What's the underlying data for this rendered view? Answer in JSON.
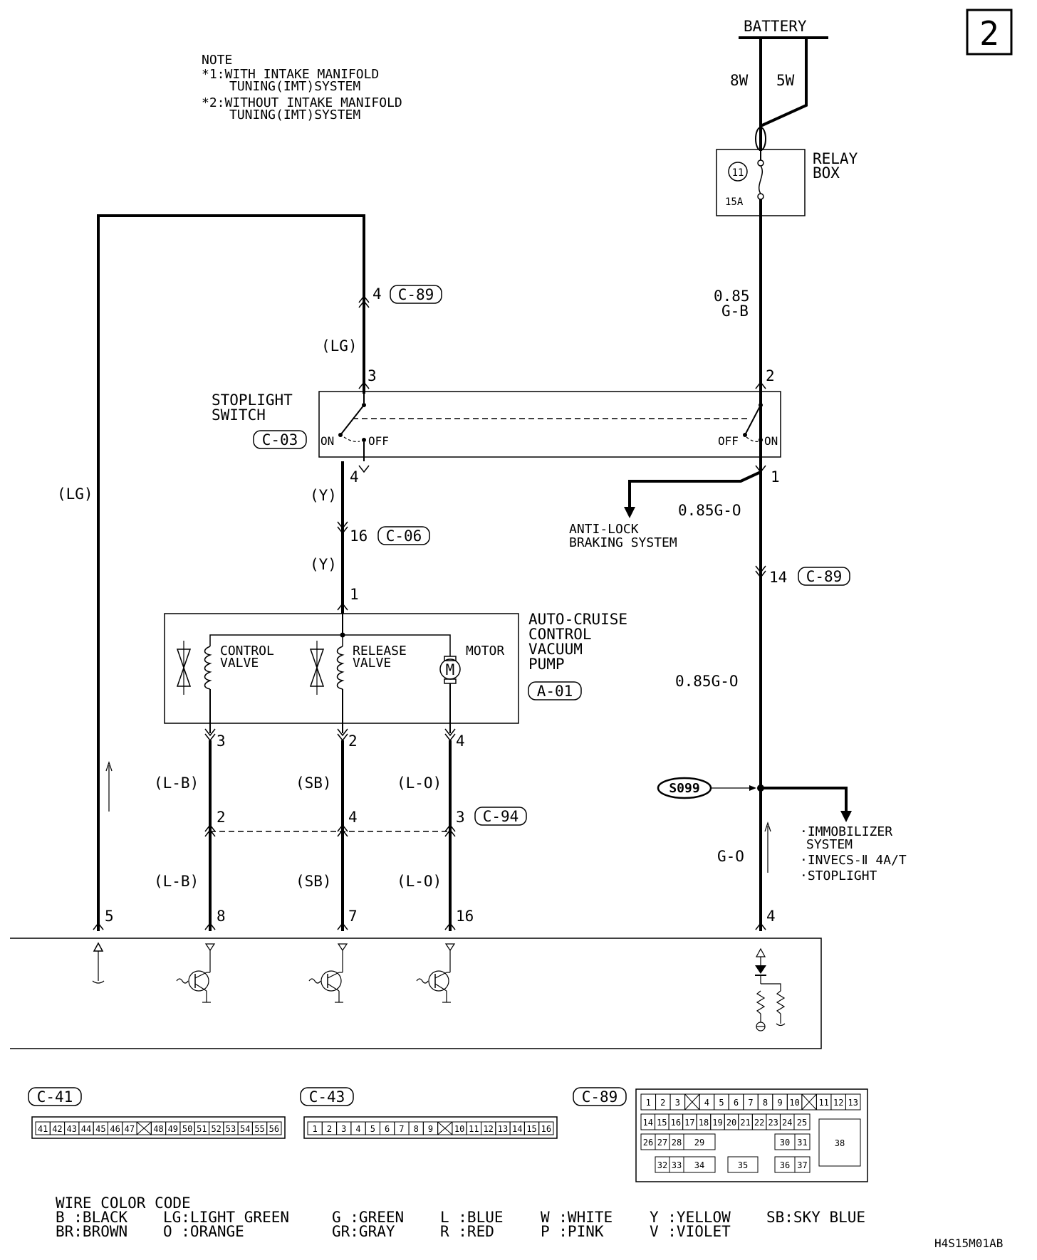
{
  "page_number": "2",
  "note": {
    "title": "NOTE",
    "line1a": "*1:WITH INTAKE MANIFOLD",
    "line1b": "TUNING(IMT)SYSTEM",
    "line2a": "*2:WITHOUT INTAKE MANIFOLD",
    "line2b": "TUNING(IMT)SYSTEM"
  },
  "battery": {
    "label": "BATTERY",
    "wire_left": "8W",
    "wire_right": "5W"
  },
  "relay_box": {
    "label1": "RELAY",
    "label2": "BOX",
    "fuse_number": "11",
    "fuse_rating": "15A"
  },
  "wires": {
    "right_upper_size": "0.85",
    "right_upper_color": "G-B",
    "right_mid_1": "0.85G-O",
    "right_mid_2": "0.85G-O",
    "right_lower": "G-O",
    "left_lg": "(LG)",
    "lg_upper": "(LG)",
    "y_upper": "(Y)",
    "y_lower": "(Y)",
    "lb_upper": "(L-B)",
    "sb_upper": "(SB)",
    "lo_upper": "(L-O)",
    "lb_lower": "(L-B)",
    "sb_lower": "(SB)",
    "lo_lower": "(L-O)"
  },
  "connectors": {
    "c89": "C-89",
    "c03": "C-03",
    "c06": "C-06",
    "a01": "A-01",
    "c94": "C-94",
    "c41": "C-41",
    "c43": "C-43",
    "s099": "S099"
  },
  "pins": {
    "p4_c89": "4",
    "p3_sw": "3",
    "p2_sw": "2",
    "p4_sw": "4",
    "p1_sw": "1",
    "p16_c06": "16",
    "p1_pump": "1",
    "p14_c89": "14",
    "p3_pump": "3",
    "p2_pump": "2",
    "p4_pump": "4",
    "p2_c94": "2",
    "p4_c94": "4",
    "p3_c94": "3",
    "p5_ecu": "5",
    "p8_ecu": "8",
    "p7_ecu": "7",
    "p16_ecu": "16",
    "p4_ecu": "4"
  },
  "stoplight_switch": {
    "label1": "STOPLIGHT",
    "label2": "SWITCH",
    "on": "ON",
    "off": "OFF"
  },
  "abs": {
    "line1": "ANTI-LOCK",
    "line2": "BRAKING SYSTEM"
  },
  "pump": {
    "label1": "AUTO-CRUISE",
    "label2": "CONTROL",
    "label3": "VACUUM",
    "label4": "PUMP",
    "control_valve1": "CONTROL",
    "control_valve2": "VALVE",
    "release_valve1": "RELEASE",
    "release_valve2": "VALVE",
    "motor": "MOTOR"
  },
  "immobilizer": {
    "line1": "·IMMOBILIZER",
    "line2": "SYSTEM",
    "line3": "·INVECS-Ⅱ 4A/T",
    "line4": "·STOPLIGHT"
  },
  "c41_pins": [
    "41",
    "42",
    "43",
    "44",
    "45",
    "46",
    "47",
    "X",
    "48",
    "49",
    "50",
    "51",
    "52",
    "53",
    "54",
    "55",
    "56"
  ],
  "c43_pins": [
    "1",
    "2",
    "3",
    "4",
    "5",
    "6",
    "7",
    "8",
    "9",
    "X",
    "10",
    "11",
    "12",
    "13",
    "14",
    "15",
    "16"
  ],
  "c89_rows": [
    [
      "1",
      "2",
      "3",
      "X",
      "4",
      "5",
      "6",
      "7",
      "8",
      "9",
      "10",
      "X",
      "11",
      "12",
      "13"
    ],
    [
      "14",
      "15",
      "16",
      "17",
      "18",
      "19",
      "20",
      "21",
      "22",
      "23",
      "24",
      "25"
    ],
    [
      "26",
      "27",
      "28",
      "29",
      "30",
      "31",
      "38"
    ],
    [
      "32",
      "33",
      "34",
      "35",
      "36",
      "37"
    ]
  ],
  "wire_color_code": {
    "title": "WIRE COLOR CODE",
    "b": "B :BLACK",
    "br": "BR:BROWN",
    "lg": "LG:LIGHT GREEN",
    "o": "O :ORANGE",
    "g": "G :GREEN",
    "gr": "GR:GRAY",
    "l": "L :BLUE",
    "r": "R :RED",
    "w": "W :WHITE",
    "p": "P :PINK",
    "y": "Y :YELLOW",
    "v": "V :VIOLET",
    "sb": "SB:SKY BLUE"
  },
  "figure_code": "H4S15M01AB"
}
